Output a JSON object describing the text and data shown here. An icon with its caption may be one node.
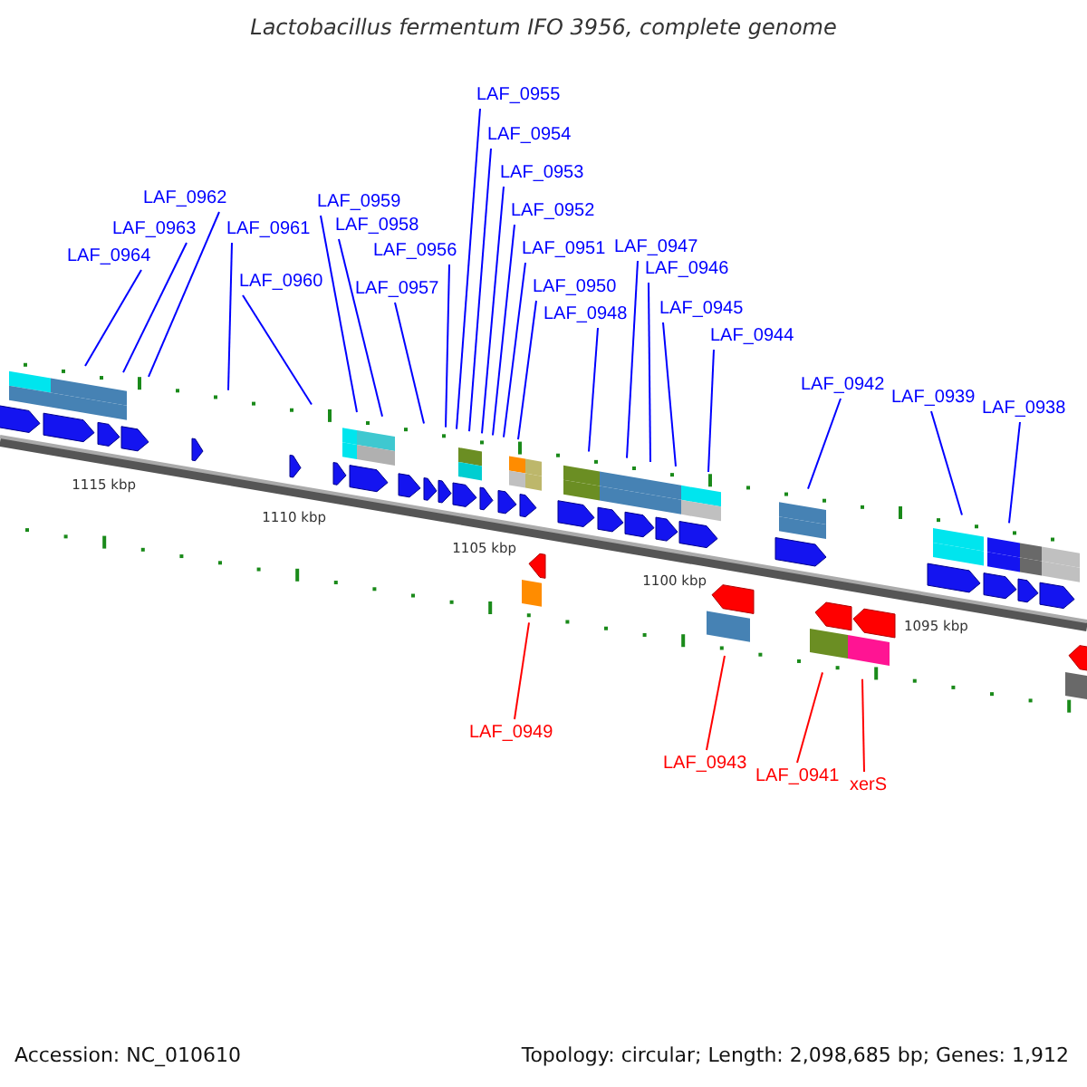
{
  "diagram": {
    "title": "Lactobacillus fermentum IFO 3956, complete genome",
    "nodes": [
      {
        "text": [
          "LAF_0955"
        ]
      },
      {
        "text": [
          "LAF_0954"
        ]
      },
      {
        "text": [
          "LAF_0953"
        ]
      },
      {
        "text": [
          "LAF_0962"
        ]
      },
      {
        "text": [
          "LAF_0959"
        ]
      },
      {
        "text": [
          "LAF_0952"
        ]
      },
      {
        "text": [
          "LAF_0958"
        ]
      },
      {
        "text": [
          "LAF_0963"
        ]
      },
      {
        "text": [
          "LAF_0961"
        ]
      },
      {
        "text": [
          "LAF_0947"
        ]
      },
      {
        "text": [
          "LAF_0951"
        ]
      },
      {
        "text": [
          "LAF_0957"
        ]
      },
      {
        "text": [
          "LAF_0964"
        ]
      },
      {
        "text": [
          "LAF_0946"
        ]
      },
      {
        "text": [
          "LAF_0960"
        ]
      },
      {
        "text": [
          "LAF_0956"
        ]
      },
      {
        "text": [
          "LAF_0950"
        ]
      },
      {
        "text": [
          "LAF_0945"
        ]
      },
      {
        "text": [
          "LAF_0948"
        ]
      },
      {
        "text": [
          "LAF_0944"
        ]
      },
      {
        "text": [
          "LAF_0942"
        ]
      },
      {
        "text": [
          "LAF_0939"
        ]
      },
      {
        "text": [
          "LAF_0938"
        ]
      },
      {
        "text": [
          "LAF_0949"
        ]
      },
      {
        "text": [
          "LAF_0943"
        ]
      },
      {
        "text": [
          "LAF_0941"
        ]
      },
      {
        "text": [
          "xerS"
        ]
      }
    ],
    "edges": [
      {
        "from": 0,
        "to": null,
        "arrow": "none"
      },
      {
        "from": 1,
        "to": null,
        "arrow": "none"
      },
      {
        "from": 2,
        "to": null,
        "arrow": "none"
      },
      {
        "from": 3,
        "to": null,
        "arrow": "none"
      },
      {
        "from": 4,
        "to": null,
        "arrow": "none"
      },
      {
        "from": 5,
        "to": null,
        "arrow": "none"
      },
      {
        "from": 6,
        "to": null,
        "arrow": "none"
      },
      {
        "from": 7,
        "to": null,
        "arrow": "none"
      },
      {
        "from": 8,
        "to": null,
        "arrow": "none"
      },
      {
        "from": 9,
        "to": null,
        "arrow": "none"
      },
      {
        "from": 10,
        "to": null,
        "arrow": "none"
      },
      {
        "from": 11,
        "to": null,
        "arrow": "none"
      },
      {
        "from": 12,
        "to": null,
        "arrow": "none"
      },
      {
        "from": 13,
        "to": null,
        "arrow": "none"
      },
      {
        "from": 14,
        "to": null,
        "arrow": "none"
      },
      {
        "from": 15,
        "to": null,
        "arrow": "none"
      },
      {
        "from": 16,
        "to": null,
        "arrow": "none"
      },
      {
        "from": 17,
        "to": null,
        "arrow": "none"
      },
      {
        "from": 18,
        "to": null,
        "arrow": "none"
      },
      {
        "from": 19,
        "to": null,
        "arrow": "none"
      },
      {
        "from": 20,
        "to": null,
        "arrow": "none"
      },
      {
        "from": 21,
        "to": null,
        "arrow": "none"
      },
      {
        "from": 22,
        "to": null,
        "arrow": "none"
      },
      {
        "from": 23,
        "to": null,
        "arrow": "none",
        "color": "#ff0000"
      },
      {
        "from": 24,
        "to": null,
        "arrow": "none",
        "color": "#ff0000"
      },
      {
        "from": 25,
        "to": null,
        "arrow": "none",
        "color": "#ff0000"
      },
      {
        "from": 26,
        "to": null,
        "arrow": "none",
        "color": "#ff0000"
      }
    ],
    "labels": [
      "1115 kbp",
      "1110 kbp",
      "1105 kbp",
      "1100 kbp",
      "1095 kbp",
      "Accession: NC_010610",
      "Topology: circular; Length: 2,098,685 bp; Genes: 1,912"
    ]
  }
}
